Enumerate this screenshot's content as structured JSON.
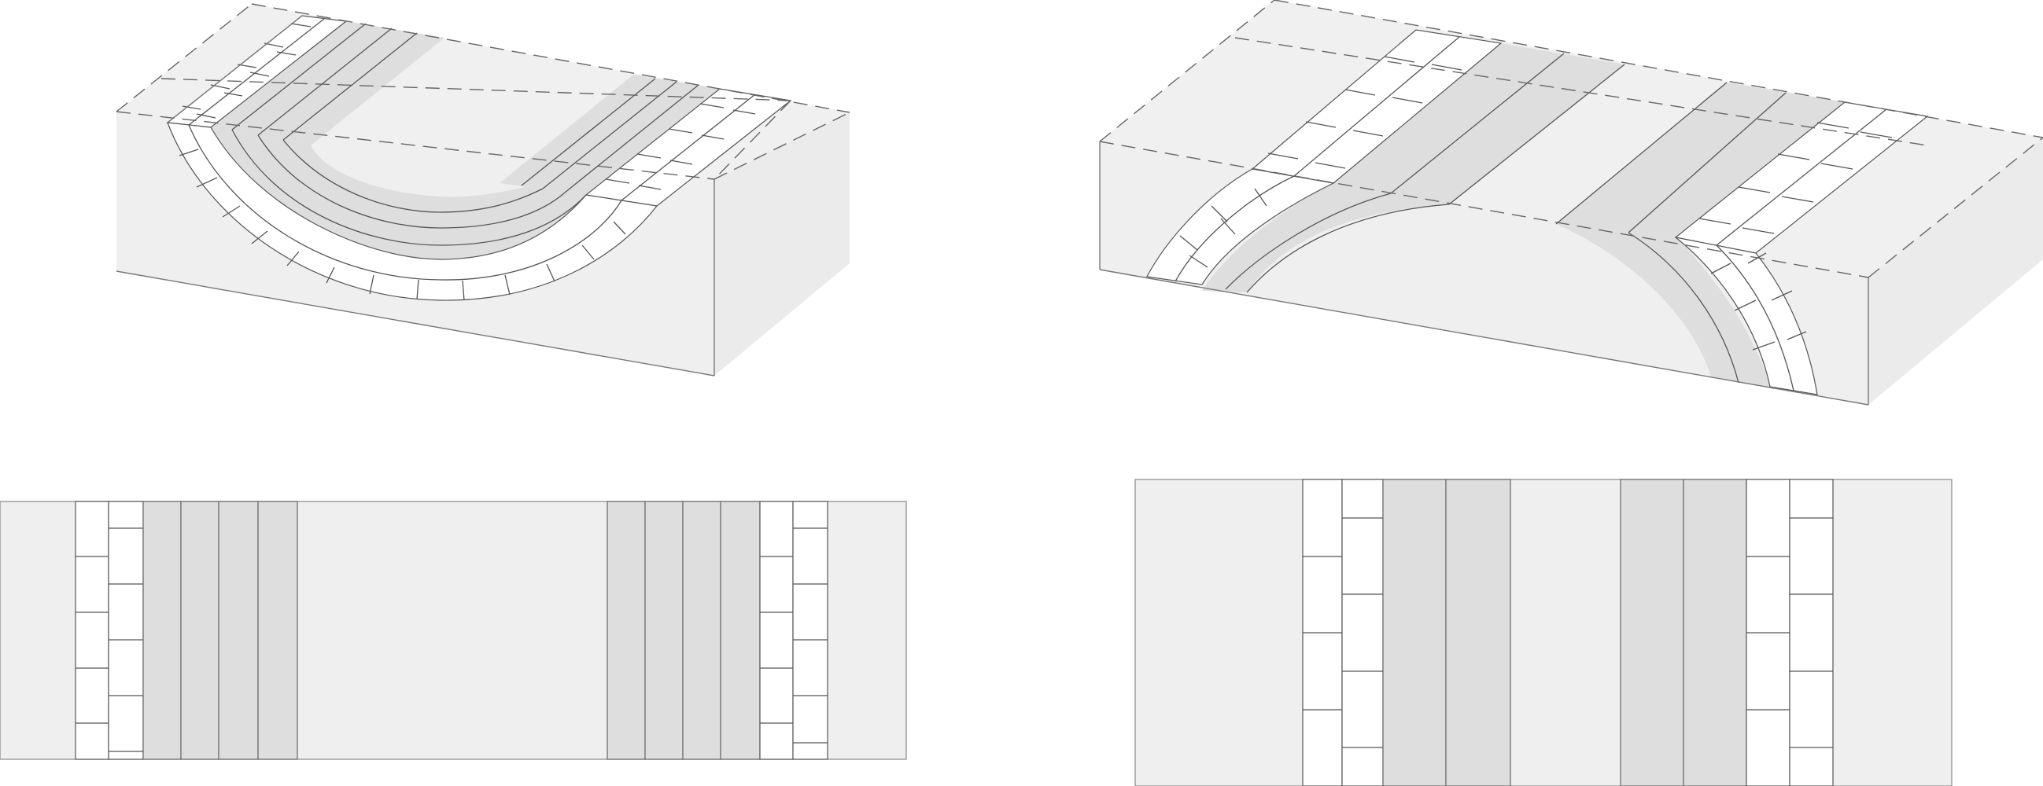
{
  "figure": {
    "panels": [
      {
        "id": "syncline-block",
        "structure": "syncline",
        "view": "block-diagram"
      },
      {
        "id": "anticline-block",
        "structure": "anticline",
        "view": "block-diagram"
      },
      {
        "id": "syncline-plan",
        "structure": "syncline",
        "view": "map-view"
      },
      {
        "id": "anticline-plan",
        "structure": "anticline",
        "view": "map-view"
      }
    ],
    "colors": {
      "background": "#ffffff",
      "block_face": "#efefef",
      "shale_layer": "#dedede",
      "limestone_layer": "#ffffff",
      "line": "#555555"
    }
  }
}
